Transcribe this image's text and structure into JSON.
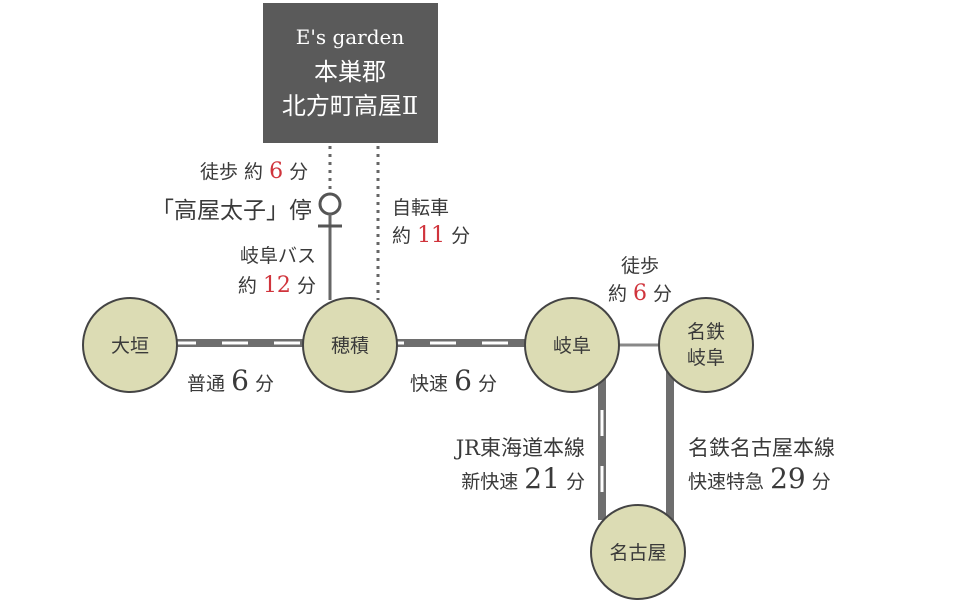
{
  "property": {
    "brand": "E's garden",
    "line1": "本巣郡",
    "line2": "北方町高屋Ⅱ"
  },
  "walk_top": {
    "pre": "徒歩 約",
    "num": "6",
    "unit": "分"
  },
  "bus_stop": {
    "name": "「高屋太子」停"
  },
  "bus": {
    "line1": "岐阜バス",
    "pre": "約",
    "num": "12",
    "unit": "分"
  },
  "bike": {
    "line1": "自転車",
    "pre": "約",
    "num": "11",
    "unit": "分"
  },
  "walk_gifu": {
    "line1": "徒歩",
    "pre": "約",
    "num": "6",
    "unit": "分"
  },
  "stations": {
    "ogaki": "大垣",
    "hozumi": "穂積",
    "gifu": "岐阜",
    "meitetsu_gifu_1": "名鉄",
    "meitetsu_gifu_2": "岐阜",
    "nagoya": "名古屋"
  },
  "seg1": {
    "pre": "普通",
    "num": "6",
    "unit": "分"
  },
  "seg2": {
    "pre": "快速",
    "num": "6",
    "unit": "分"
  },
  "jr": {
    "line": "JR東海道本線",
    "pre": "新快速",
    "num": "21",
    "unit": "分"
  },
  "meitetsu": {
    "line": "名鉄名古屋本線",
    "pre": "快速特急",
    "num": "29",
    "unit": "分"
  },
  "colors": {
    "box": "#5a5a5a",
    "station": "#dcdcb4",
    "rail": "#6e6e6e",
    "accent": "#d0343c"
  }
}
